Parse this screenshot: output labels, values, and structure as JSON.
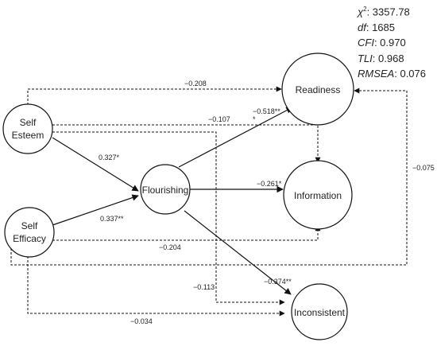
{
  "nodes": {
    "self_esteem": [
      "Self",
      "Esteem"
    ],
    "self_efficacy": [
      "Self",
      "Efficacy"
    ],
    "flourishing": "Flourishing",
    "readiness": "Readiness",
    "information": "Information",
    "inconsistent": "Inconsistent"
  },
  "edges": {
    "se_readiness": "−0.208",
    "se_information": "−0.107",
    "se_flourishing": "0.327*",
    "se_inconsistent": "−0.113",
    "sf_flourishing": "0.337**",
    "sf_information": "−0.204",
    "sf_readiness": "−0.075",
    "sf_inconsistent": "−0.034",
    "fl_readiness": "−0.518**",
    "fl_readiness_extra": "*",
    "fl_information": "−0.261*",
    "fl_inconsistent": "−0.374**"
  },
  "fit": {
    "chi2_label": "χ",
    "chi2_sup": "2",
    "chi2_value": ": 3357.78",
    "df_label": "df",
    "df_value": ": 1685",
    "cfi_label": "CFI",
    "cfi_value": ": 0.970",
    "tli_label": "TLI",
    "tli_value": ": 0.968",
    "rmsea_label": "RMSEA",
    "rmsea_value": ": 0.076"
  }
}
